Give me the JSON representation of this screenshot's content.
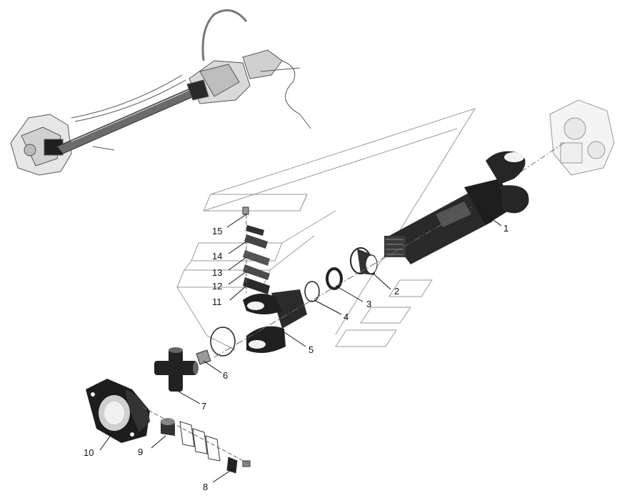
{
  "callouts": {
    "p1": "1",
    "p2": "2",
    "p3": "3",
    "p4": "4",
    "p5": "5",
    "p6": "6",
    "p7": "7",
    "p8": "8",
    "p9": "9",
    "p10": "10",
    "p11": "11",
    "p12": "12",
    "p13": "13",
    "p14": "14",
    "p15": "15"
  },
  "colors": {
    "line": "#333333",
    "part": "#2a2a2a",
    "part_light": "#8c8c8c",
    "panel": "#9a9a9a"
  }
}
